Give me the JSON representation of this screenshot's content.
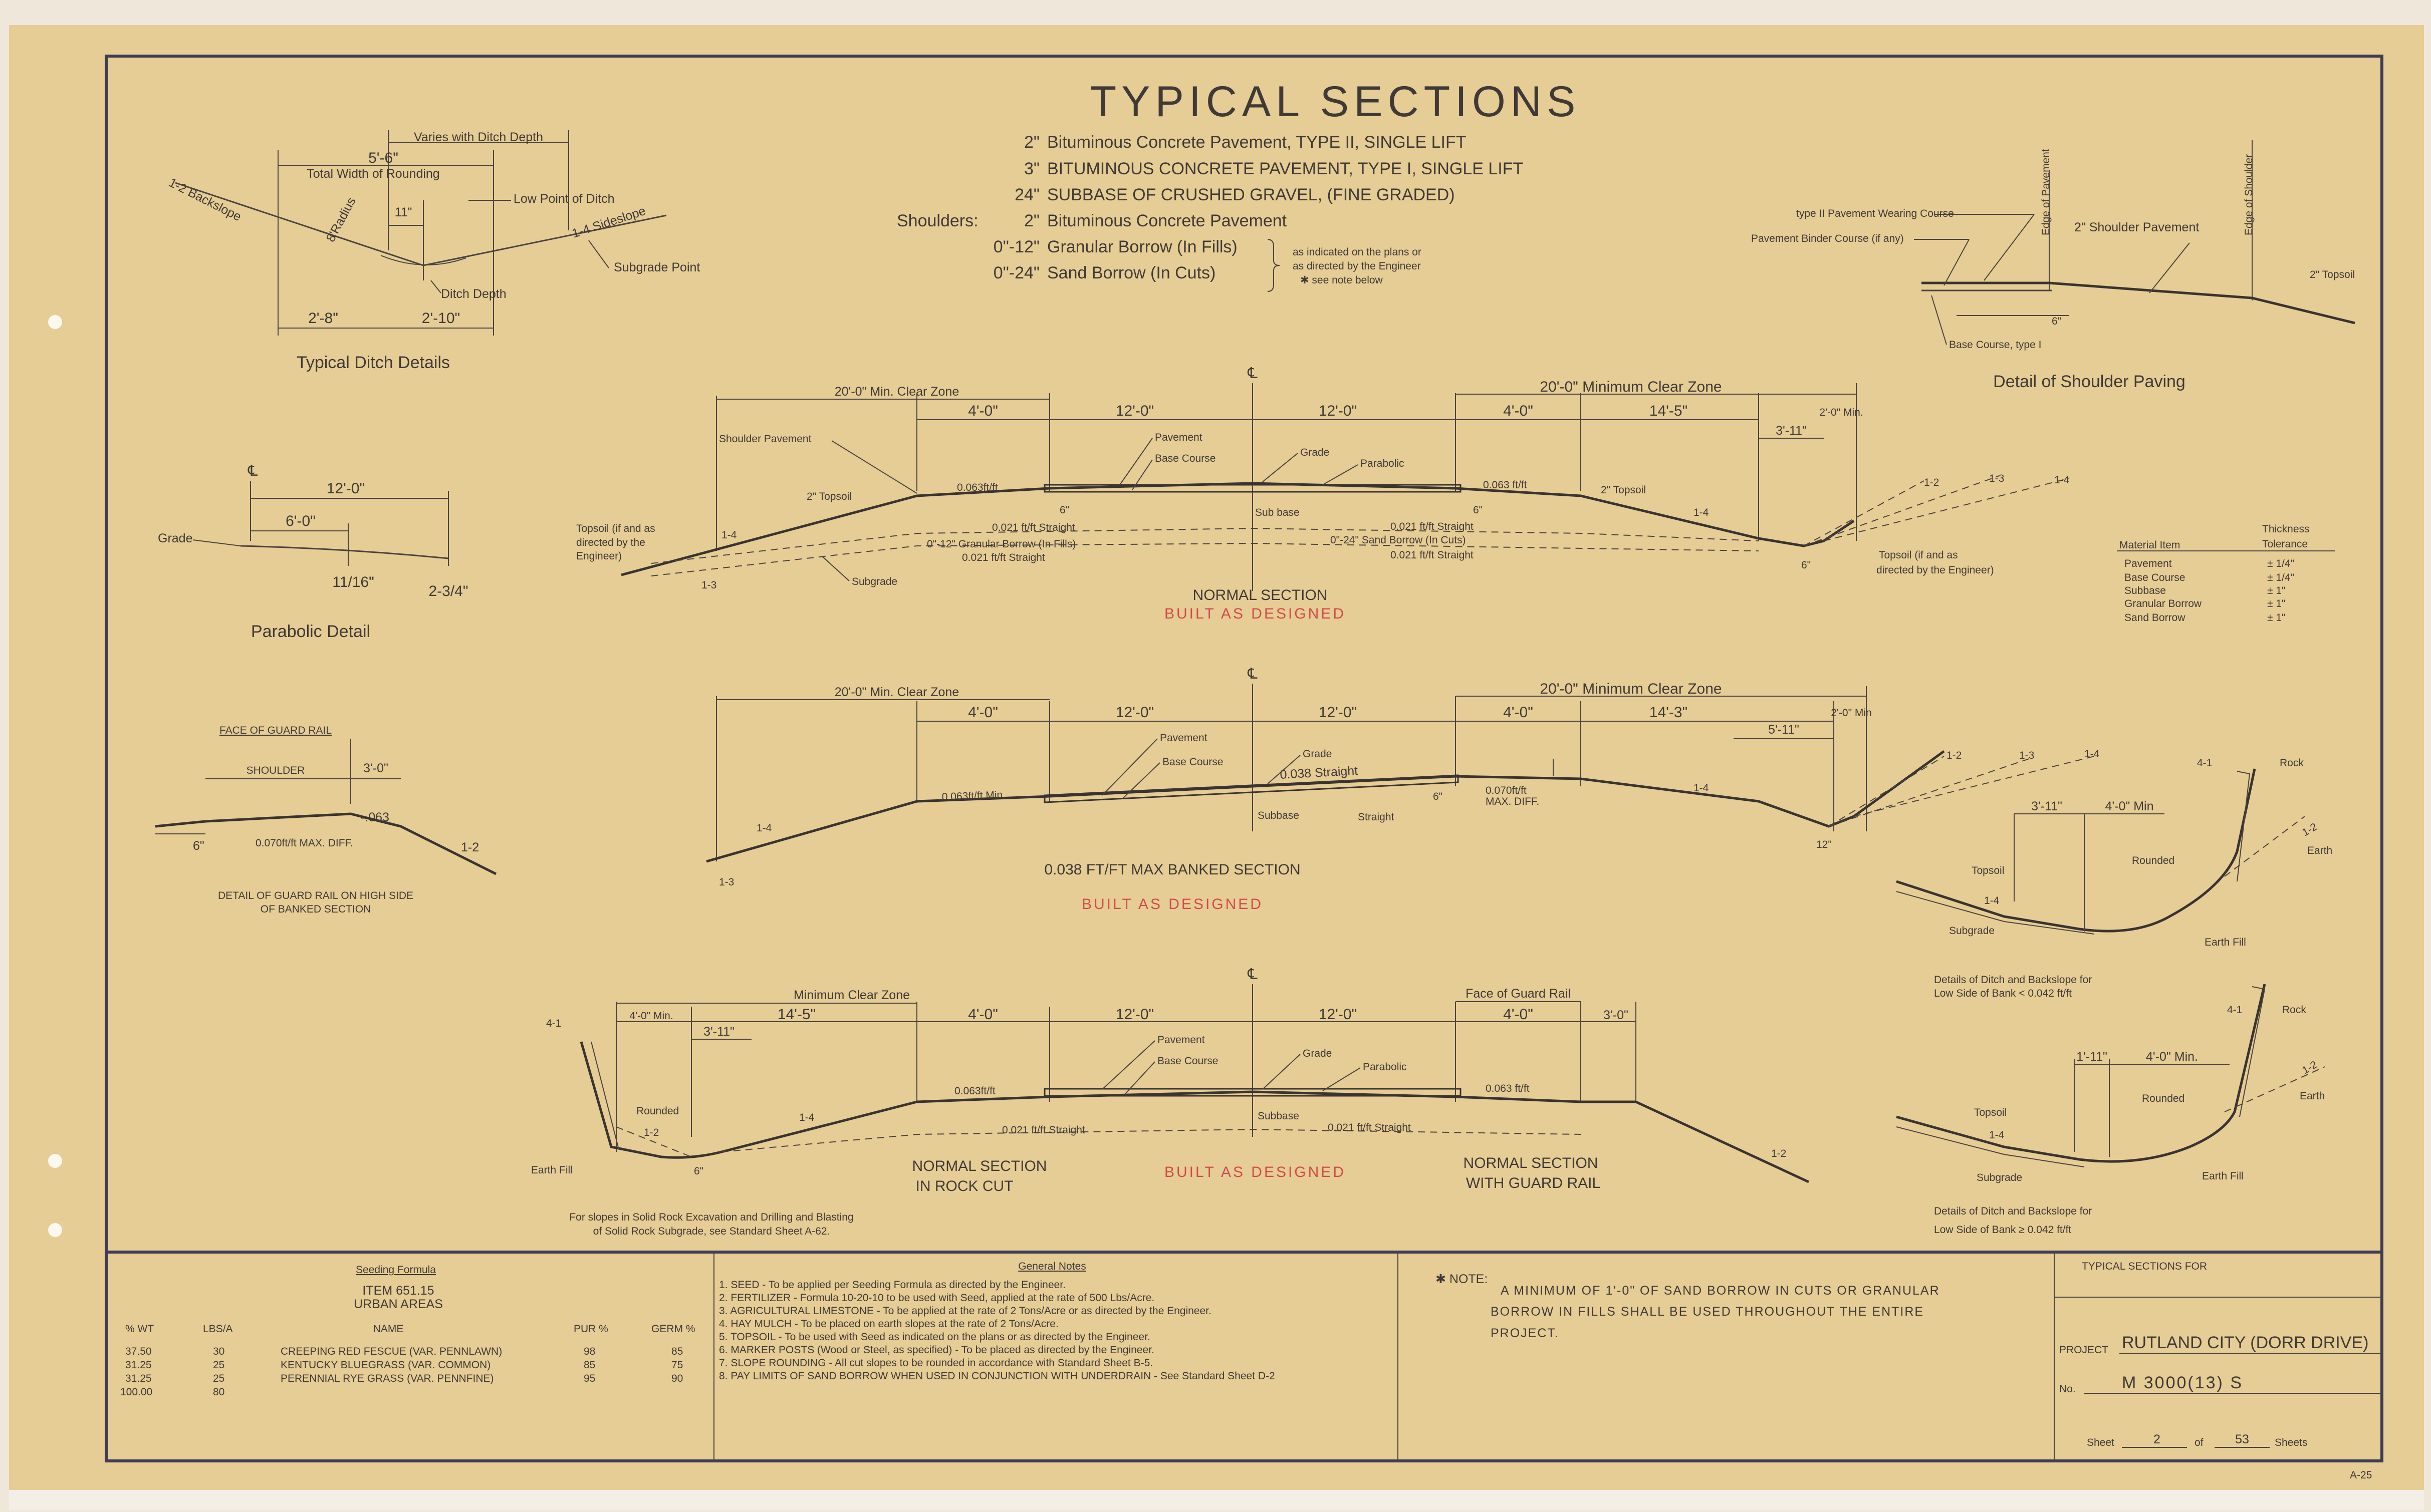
{
  "title": "TYPICAL SECTIONS",
  "pavement_lines": [
    {
      "thick": "2\"",
      "text": "Bituminous Concrete Pavement, TYPE II, SINGLE LIFT"
    },
    {
      "thick": "3\"",
      "text": "BITUMINOUS CONCRETE PAVEMENT, TYPE I, SINGLE LIFT"
    },
    {
      "thick": "24\"",
      "text": "SUBBASE OF CRUSHED GRAVEL, (FINE GRADED)"
    },
    {
      "thick": "2\"",
      "text": "Bituminous Concrete Pavement"
    },
    {
      "thick": "0\"-12\"",
      "text": "Granular Borrow (In Fills)"
    },
    {
      "thick": "0\"-24\"",
      "text": "Sand Borrow (In Cuts)"
    }
  ],
  "shoulders_label": "Shoulders:",
  "brace_note": [
    "as indicated on the plans or",
    "as directed by the Engineer",
    "✱ see note below"
  ],
  "ditch": {
    "title": "Typical Ditch Details",
    "varies": "Varies with Ditch Depth",
    "width_dim": "5'-6\"",
    "width_text": "Total Width of Rounding",
    "backslope": "1-2 Backslope",
    "radius": "8'Radius",
    "d11": "11\"",
    "low_point": "Low Point of Ditch",
    "sideslope": "1-4 Sideslope",
    "subgrade_point": "Subgrade Point",
    "ditch_depth": "Ditch Depth",
    "d1": "2'-8\"",
    "d2": "2'-10\""
  },
  "parabolic": {
    "title": "Parabolic Detail",
    "cl": "℄",
    "w12": "12'-0\"",
    "w6": "6'-0\"",
    "grade": "Grade",
    "r1": "11/16\"",
    "r2": "2-3/4\""
  },
  "shoulder_detail": {
    "title": "Detail of Shoulder Paving",
    "wearing": "type II Pavement Wearing Course",
    "binder": "Pavement Binder Course (if any)",
    "sh_pave": "2\" Shoulder Pavement",
    "edge_pave": "Edge of Pavement",
    "edge_sh": "Edge of Shoulder",
    "topsoil": "2\" Topsoil",
    "base": "Base Course, type I",
    "six": "6\""
  },
  "material_table": {
    "head1": "Material Item",
    "head2": "Thickness Tolerance",
    "rows": [
      [
        "Pavement",
        "± 1/4\""
      ],
      [
        "Base Course",
        "± 1/4\""
      ],
      [
        "Subbase",
        "± 1\""
      ],
      [
        "Granular Borrow",
        "± 1\""
      ],
      [
        "Sand Borrow",
        "± 1\""
      ]
    ]
  },
  "normal": {
    "title": "NORMAL SECTION",
    "stamp": "BUILT AS DESIGNED",
    "clear_l": "20'-0\" Min. Clear Zone",
    "clear_r": "20'-0\" Minimum Clear Zone",
    "s4": "4'-0\"",
    "l12": "12'-0\"",
    "r12": "12'-0\"",
    "s4r": "4'-0\"",
    "d145": "14'-5\"",
    "d311": "3'-11\"",
    "d20": "2'-0\" Min.",
    "shoulder_pave": "Shoulder Pavement",
    "pavement": "Pavement",
    "base": "Base Course",
    "grade": "Grade",
    "parabolic": "Parabolic",
    "slope_l": "0.063ft/ft",
    "slope_r": "0.063 ft/ft",
    "topsoil_l": "2\" Topsoil",
    "topsoil_r": "2\" Topsoil",
    "six": "6\"",
    "subbase": "Sub base",
    "s021a": "0.021 ft/ft Straight",
    "gran": "0\"-12\" Granular Borrow (In Fills)",
    "s021b": "0.021 ft/ft Straight",
    "sand": "0\"-24\" Sand Borrow (In Cuts)",
    "s021c": "0.021 ft/ft Straight",
    "s021d": "0.021 ft/ft Straight",
    "topsoil_note": "Topsoil (if and as directed by the Engineer)",
    "topsoil_note_r": "Topsoil (if and as directed by the Engineer)",
    "subgrade": "Subgrade",
    "s14": "1-4",
    "s13": "1-3",
    "s12": "1-2"
  },
  "banked": {
    "title": "0.038 FT/FT MAX BANKED SECTION",
    "stamp": "BUILT AS DESIGNED",
    "clear_l": "20'-0\" Min. Clear Zone",
    "clear_r": "20'-0\" Minimum Clear Zone",
    "s4": "4'-0\"",
    "l12": "12'-0\"",
    "r12": "12'-0\"",
    "s4r": "4'-0\"",
    "d143": "14'-3\"",
    "d511": "5'-11\"",
    "d20": "2'-0\" Min",
    "pavement": "Pavement",
    "base": "Base Course",
    "grade": "Grade",
    "straight": "0.038 Straight",
    "slope_l": "0.063ft/ft Min.",
    "maxdiff": "0.070ft/ft MAX. DIFF.",
    "subbase": "Subbase",
    "straight2": "Straight",
    "six": "6\"",
    "twelve": "12\"",
    "s14": "1-4",
    "s13": "1-3",
    "s12": "1-2"
  },
  "guard_detail": {
    "title": "DETAIL OF GUARD RAIL ON HIGH SIDE OF BANKED SECTION",
    "face": "FACE OF GUARD RAIL",
    "shoulder": "SHOULDER",
    "d30": "3'-0\"",
    "v063": "-.063",
    "maxdiff": "0.070ft/ft MAX. DIFF.",
    "six": "6\"",
    "s12": "1-2"
  },
  "low_bank1": {
    "title": "Details of Ditch and Backslope for Low Side of Bank < 0.042 ft/ft",
    "rock": "Rock",
    "s41": "4-1",
    "d311": "3'-11\"",
    "d40": "4'-0\" Min",
    "rounded": "Rounded",
    "earth": "Earth",
    "earthfill": "Earth Fill",
    "topsoil": "Topsoil",
    "subgrade": "Subgrade",
    "s14": "1-4",
    "s12": "1-2"
  },
  "low_bank2": {
    "title": "Details of Ditch and Backslope for Low Side of Bank ≥ 0.042 ft/ft",
    "rock": "Rock",
    "s41": "4-1",
    "d111": "1'-11\"",
    "d40": "4'-0\" Min.",
    "rounded": "Rounded",
    "earth": "Earth",
    "earthfill": "Earth Fill",
    "topsoil": "Topsoil",
    "subgrade": "Subgrade",
    "s14": "1-4",
    "s12": "1-2"
  },
  "rock_cut": {
    "title1": "NORMAL SECTION",
    "title2": "IN ROCK CUT",
    "title3": "NORMAL SECTION",
    "title4": "WITH GUARD RAIL",
    "stamp": "BUILT AS DESIGNED",
    "clear": "Minimum Clear Zone",
    "face": "Face of Guard Rail",
    "d40min": "4'-0\" Min.",
    "d145": "14'-5\"",
    "d311": "3'-11\"",
    "s4": "4'-0\"",
    "l12": "12'-0\"",
    "r12": "12'-0\"",
    "s4r": "4'-0\"",
    "d30": "3'-0\"",
    "pavement": "Pavement",
    "base": "Base Course",
    "grade": "Grade",
    "parabolic": "Parabolic",
    "slope_l": "0.063ft/ft",
    "slope_r": "0.063 ft/ft",
    "subbase": "Subbase",
    "s021l": "0.021 ft/ft Straight",
    "s021r": "0.021 ft/ft Straight",
    "rounded": "Rounded",
    "earthfill": "Earth Fill",
    "s41": "4-1",
    "s14": "1-4",
    "s12": "1-2",
    "s12b": "1-2",
    "six": "6\"",
    "rock_note": [
      "For slopes in Solid Rock Excavation and Drilling and Blasting",
      "of Solid Rock Subgrade, see Standard Sheet A-62."
    ]
  },
  "seeding": {
    "title": "Seeding Formula",
    "item": "ITEM 651.15",
    "urban": "URBAN AREAS",
    "cols": [
      "% WT",
      "LBS/A",
      "NAME",
      "PUR %",
      "GERM %"
    ],
    "rows": [
      [
        "37.50",
        "30",
        "CREEPING RED FESCUE (VAR. PENNLAWN)",
        "98",
        "85"
      ],
      [
        "31.25",
        "25",
        "KENTUCKY BLUEGRASS (VAR. COMMON)",
        "85",
        "75"
      ],
      [
        "31.25",
        "25",
        "PERENNIAL RYE GRASS (VAR. PENNFINE)",
        "95",
        "90"
      ],
      [
        "100.00",
        "80",
        "",
        "",
        ""
      ]
    ]
  },
  "general_notes": {
    "title": "General Notes",
    "items": [
      "1.  SEED - To be applied per Seeding Formula as directed by the Engineer.",
      "2.  FERTILIZER - Formula 10-20-10 to be used with Seed, applied at the rate of 500 Lbs/Acre.",
      "3.  AGRICULTURAL LIMESTONE - To be applied at the rate of 2 Tons/Acre or as directed by the Engineer.",
      "4.  HAY MULCH - To be placed on earth slopes at the rate of 2 Tons/Acre.",
      "5.  TOPSOIL - To be used with Seed as indicated on the plans or as directed by the Engineer.",
      "6.  MARKER POSTS (Wood or Steel, as specified) - To be placed as directed by the Engineer.",
      "7.  SLOPE ROUNDING - All cut slopes to be rounded in accordance with Standard Sheet B-5.",
      "8.  PAY LIMITS OF SAND BORROW WHEN USED IN CONJUNCTION WITH UNDERDRAIN - See Standard Sheet D-2"
    ]
  },
  "note": {
    "head": "✱ NOTE:",
    "lines": [
      "A MINIMUM OF 1'-0\" OF SAND BORROW IN CUTS OR GRANULAR",
      "BORROW IN FILLS SHALL BE USED THROUGHOUT THE ENTIRE",
      "PROJECT."
    ]
  },
  "title_block": {
    "head": "TYPICAL SECTIONS FOR",
    "project_label": "PROJECT",
    "project": "RUTLAND CITY (DORR DRIVE)",
    "no_label": "No.",
    "number": "M 3000(13) S",
    "sheet_label": "Sheet",
    "sheet": "2",
    "of_label": "of",
    "total": "53",
    "sheets_label": "Sheets"
  },
  "page_code": "A-25",
  "cl": "℄"
}
